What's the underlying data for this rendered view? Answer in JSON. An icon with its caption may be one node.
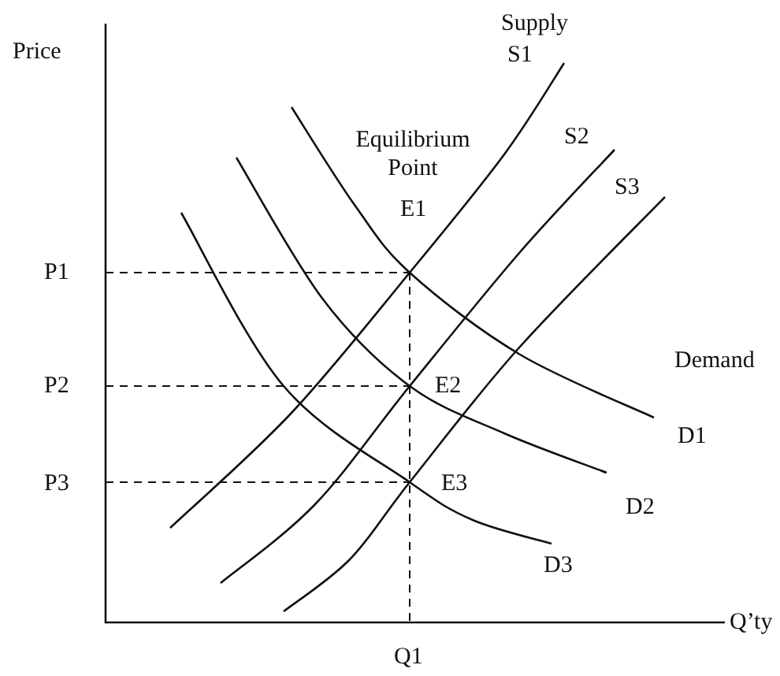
{
  "diagram": {
    "labels": [
      "Price",
      "Supply",
      "S1",
      "S2",
      "Equilibrium Point",
      "E1",
      "S3",
      "P1",
      "Demand",
      "P2",
      "E2",
      "D1",
      "P3",
      "E3",
      "D2",
      "D3",
      "Q1",
      "Q’ty"
    ]
  }
}
